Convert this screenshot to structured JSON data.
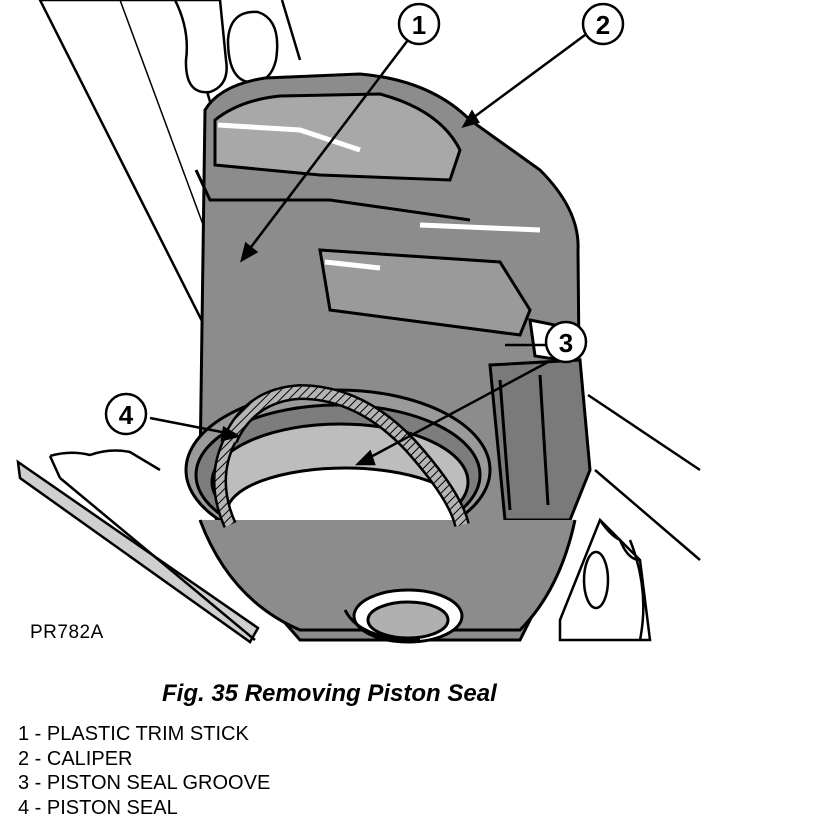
{
  "figure": {
    "code": "PR782A",
    "caption": "Fig. 35 Removing Piston Seal"
  },
  "callouts": [
    {
      "number": "1",
      "label": "PLASTIC TRIM STICK"
    },
    {
      "number": "2",
      "label": "CALIPER"
    },
    {
      "number": "3",
      "label": "PISTON SEAL GROOVE"
    },
    {
      "number": "4",
      "label": "PISTON SEAL"
    }
  ],
  "legend": [
    "1 - PLASTIC TRIM STICK",
    "2 - CALIPER",
    "3 - PISTON SEAL GROOVE",
    "4 - PISTON SEAL"
  ],
  "colors": {
    "ink": "#000000",
    "shade": "#8c8c8c",
    "paper": "#ffffff"
  }
}
